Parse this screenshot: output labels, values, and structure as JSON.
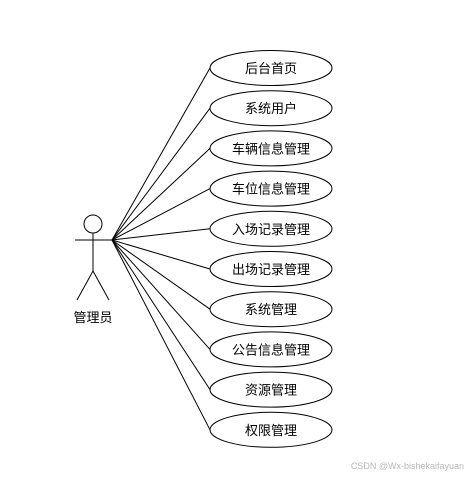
{
  "actor": {
    "label": "管理员"
  },
  "use_cases": [
    {
      "id": "uc1",
      "label": "后台首页"
    },
    {
      "id": "uc2",
      "label": "系统用户"
    },
    {
      "id": "uc3",
      "label": "车辆信息管理"
    },
    {
      "id": "uc4",
      "label": "车位信息管理"
    },
    {
      "id": "uc5",
      "label": "入场记录管理"
    },
    {
      "id": "uc6",
      "label": "出场记录管理"
    },
    {
      "id": "uc7",
      "label": "系统管理"
    },
    {
      "id": "uc8",
      "label": "公告信息管理"
    },
    {
      "id": "uc9",
      "label": "资源管理"
    },
    {
      "id": "uc10",
      "label": "权限管理"
    }
  ],
  "watermark": "CSDN @Wx-bishekaifayuan"
}
